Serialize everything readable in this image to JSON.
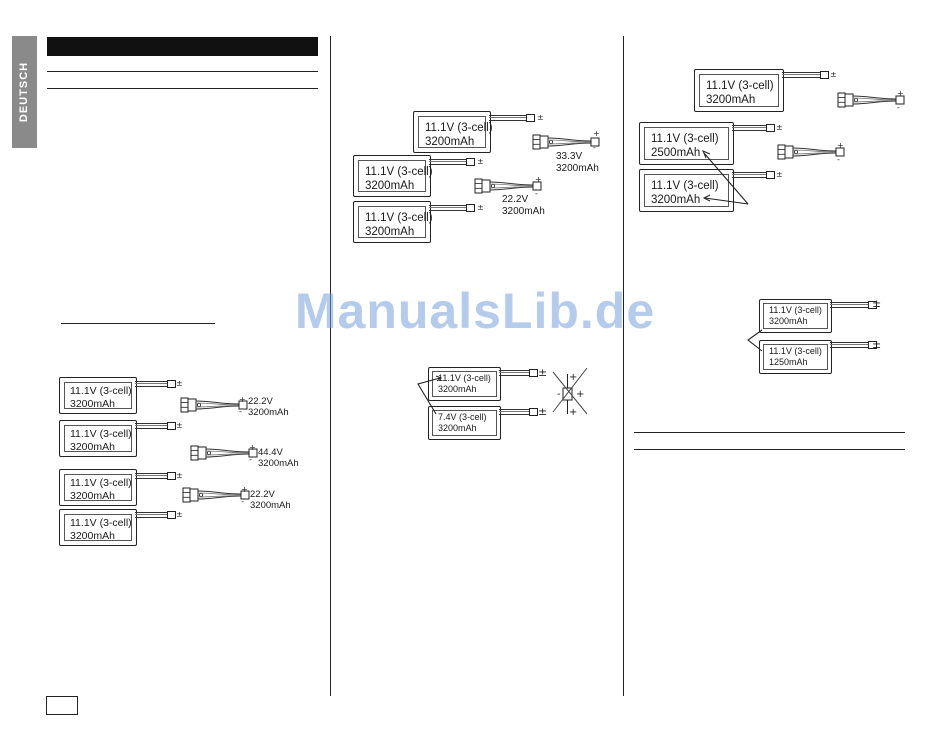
{
  "sidebar": {
    "language_tab": "DEUTSCH"
  },
  "watermark": "ManualsLib.de",
  "battery_label": {
    "volt_111": "11.1V (3-cell)",
    "volt_74": "7.4V (3-cell)"
  },
  "capacity": {
    "c3200": "3200mAh",
    "c2500": "2500mAh",
    "c1250": "1250mAh"
  },
  "voltages": {
    "v222": "22.2V",
    "v444": "44.4V",
    "v333": "33.3V"
  },
  "adapter_label": "3200mAh",
  "polarity": {
    "plus": "+",
    "minus": "-"
  },
  "icons": {
    "adapter": "y-harness-icon",
    "no_connect": "crossed-connector-icon"
  }
}
